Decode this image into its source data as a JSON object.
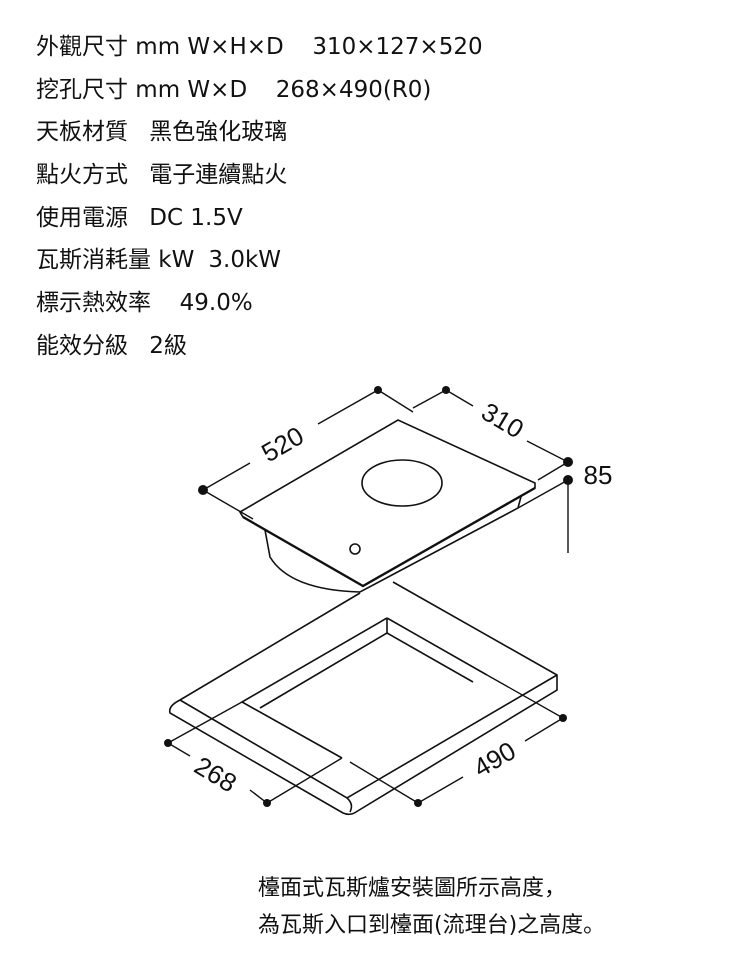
{
  "specs": [
    {
      "label": "外觀尺寸 mm W×H×D",
      "value": "  310×127×520"
    },
    {
      "label": "挖孔尺寸 mm W×D",
      "value": "  268×490(R0)"
    },
    {
      "label": "天板材質",
      "value": " 黑色強化玻璃"
    },
    {
      "label": "點火方式",
      "value": " 電子連續點火"
    },
    {
      "label": "使用電源",
      "value": " DC 1.5V"
    },
    {
      "label": "瓦斯消耗量 kW",
      "value": "3.0kW"
    },
    {
      "label": "標示熱效率",
      "value": "  49.0%"
    },
    {
      "label": "能效分級",
      "value": " 2級"
    }
  ],
  "diagram": {
    "dim_depth": "520",
    "dim_width": "310",
    "dim_height": "85",
    "cutout_width": "268",
    "cutout_depth": "490"
  },
  "note": {
    "line1": "檯面式瓦斯爐安裝圖所示高度，",
    "line2": "為瓦斯入口到檯面(流理台)之高度。"
  }
}
